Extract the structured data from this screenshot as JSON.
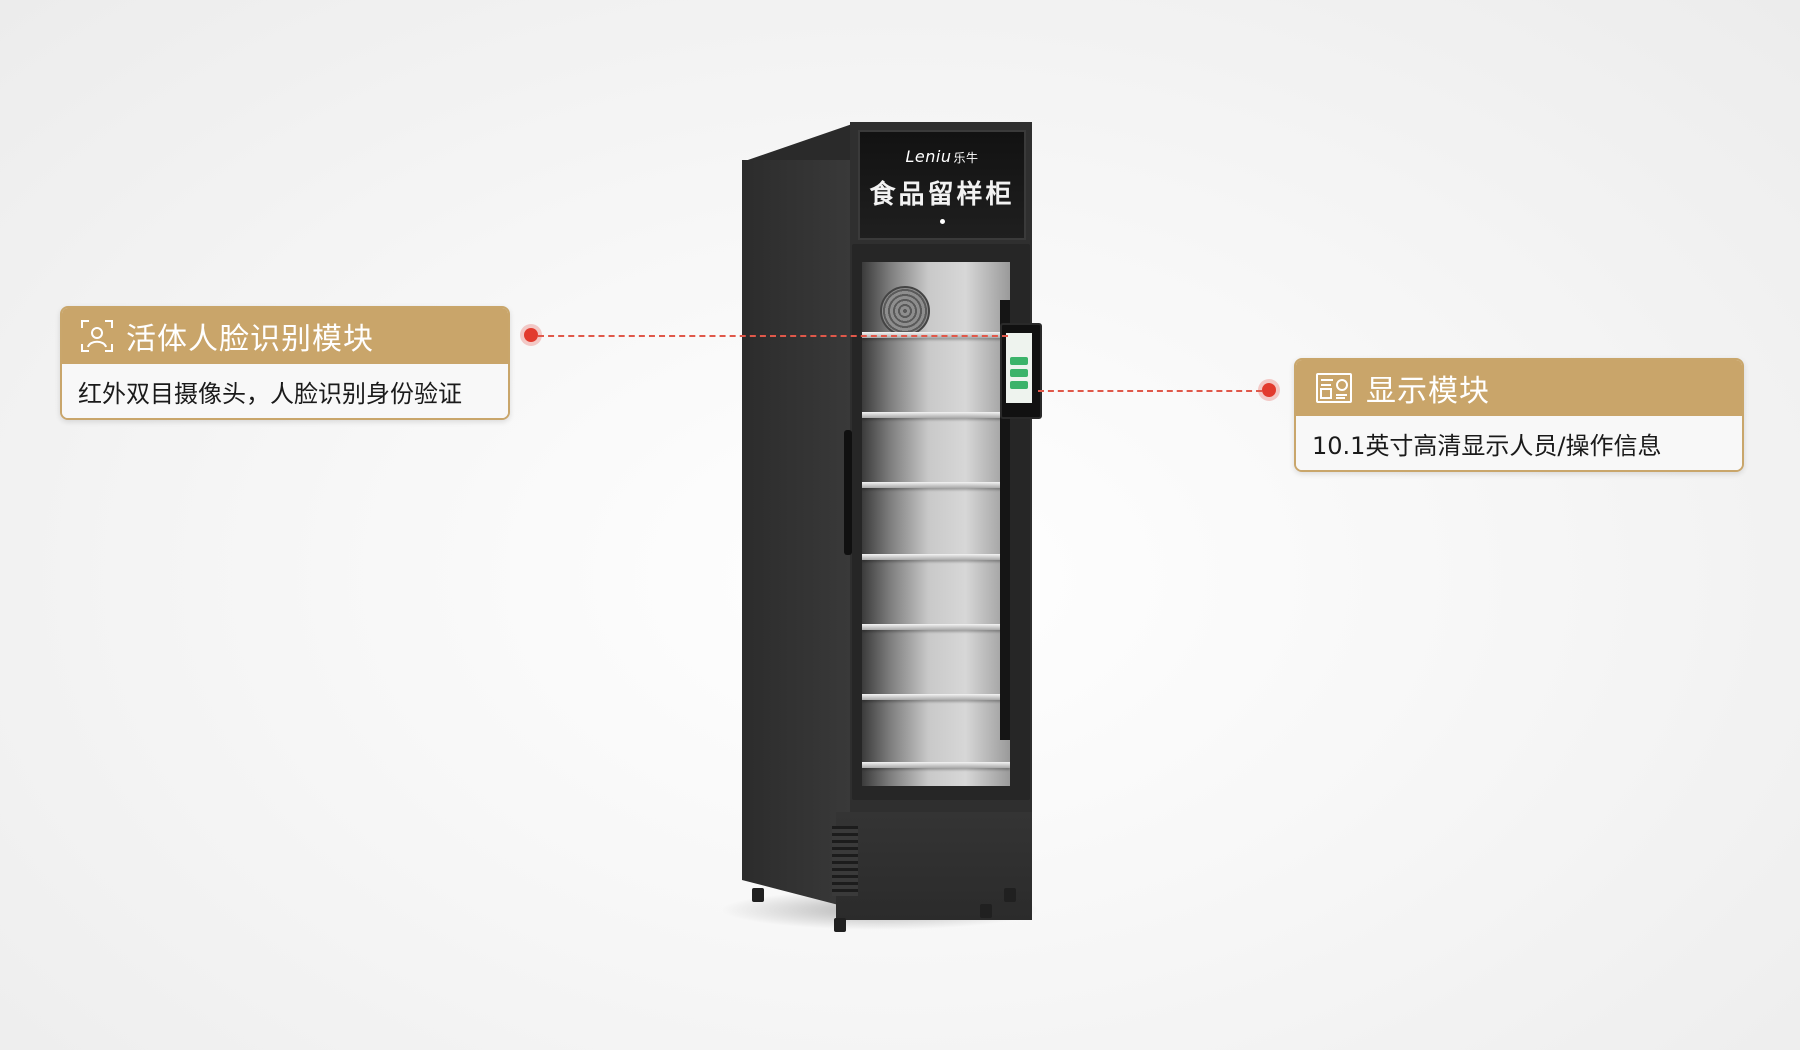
{
  "product": {
    "brand_latin": "Leniu",
    "brand_cn": "乐牛",
    "name": "食品留样柜"
  },
  "callouts": {
    "face": {
      "title": "活体人脸识别模块",
      "desc": "红外双目摄像头，人脸识别身份验证",
      "icon": "face-scan-icon"
    },
    "display": {
      "title": "显示模块",
      "desc": "10.1英寸高清显示人员/操作信息",
      "icon": "display-screen-icon"
    }
  },
  "colors": {
    "accent_gold": "#c9a56a",
    "leader_red": "#e23b2e",
    "cabinet": "#2f2f2f"
  }
}
